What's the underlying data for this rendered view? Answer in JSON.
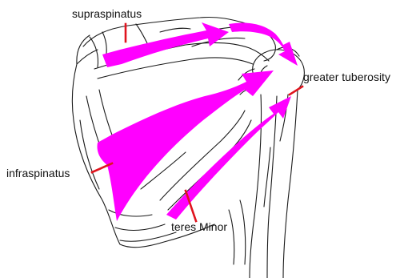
{
  "labels": {
    "supraspinatus": "supraspinatus",
    "greater_tuberosity": "greater tuberosity",
    "infraspinatus": "infraspinatus",
    "teres_minor": "teres Minor"
  },
  "colors": {
    "muscle_arrow": "#ff00ff",
    "leader_line": "#e0141e",
    "bone_outline": "#1a1a1a"
  }
}
